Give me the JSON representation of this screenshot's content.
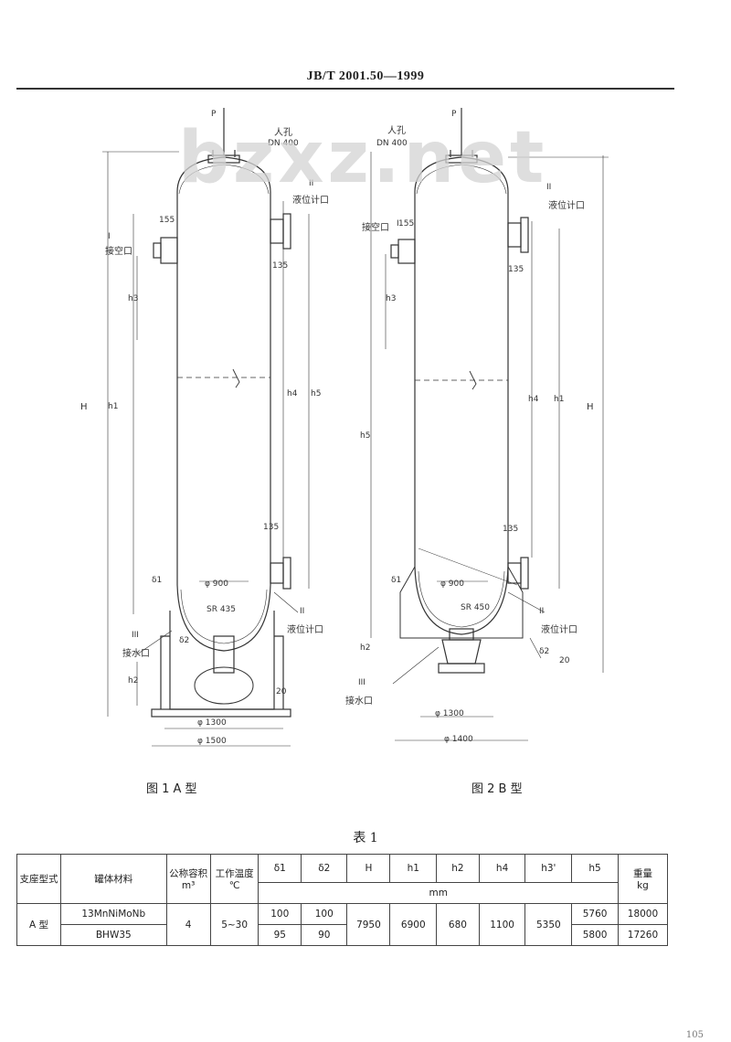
{
  "header": "JB/T 2001.50—1999",
  "watermark": "bzxz.net",
  "fig1": {
    "caption": "图 1  A 型",
    "manhole": "人孔",
    "manhole_dn": "DN 400",
    "top_mark": "P",
    "vent_no": "I",
    "vent": "接空口",
    "gauge_no": "II",
    "gauge_top": "液位计口",
    "gauge_bottom": "液位计口",
    "gauge_bottom_no": "II",
    "drain_no": "III",
    "drain": "接水口",
    "d155": "155",
    "d135a": "135",
    "d135b": "135",
    "phi900": "φ 900",
    "sr": "SR 435",
    "dia1300": "φ 1300",
    "dia1500": "φ 1500",
    "dim20": "20",
    "H": "H",
    "h1": "h1",
    "h2": "h2",
    "h3": "h3",
    "h4": "h4",
    "h5": "h5",
    "delta1": "δ1",
    "delta2": "δ2"
  },
  "fig2": {
    "caption": "图 2  B 型",
    "manhole": "人孔",
    "manhole_dn": "DN 400",
    "top_mark": "P",
    "vent_no": "I",
    "vent": "接空口",
    "gauge_no": "II",
    "gauge_top": "液位计口",
    "gauge_bottom": "液位计口",
    "gauge_bottom_no": "II",
    "drain_no": "III",
    "drain": "接水口",
    "d155": "155",
    "d135a": "135",
    "d135b": "135",
    "phi900": "φ 900",
    "sr": "SR 450",
    "dia1300": "φ 1300",
    "dia1400": "φ 1400",
    "dim20": "20",
    "H": "H",
    "h1": "h1",
    "h2": "h2",
    "h3": "h3",
    "h4": "h4",
    "h5": "h5",
    "delta1": "δ1",
    "delta2": "δ2"
  },
  "table": {
    "title": "表 1",
    "headers": {
      "support_type": "支座型式",
      "material": "罐体材料",
      "volume": "公称容积",
      "volume_unit": "m³",
      "temp": "工作温度",
      "temp_unit": "℃",
      "d1": "δ1",
      "d2": "δ2",
      "H": "H",
      "h1": "h1",
      "h2": "h2",
      "h4": "h4",
      "h3": "h3'",
      "h5": "h5",
      "weight": "重量",
      "weight_unit": "kg",
      "mm": "mm"
    },
    "rows": [
      {
        "type": "A 型",
        "material": "13MnNiMoNb",
        "volume": "4",
        "temp": "5~30",
        "d1": "100",
        "d2": "100",
        "H": "7950",
        "h1": "6900",
        "h2": "680",
        "h4": "1100",
        "h3": "5350",
        "h5": "5760",
        "weight": "18000"
      },
      {
        "material": "BHW35",
        "d1": "95",
        "d2": "90",
        "h5": "5800",
        "weight": "17260"
      }
    ]
  },
  "page_number": "105"
}
